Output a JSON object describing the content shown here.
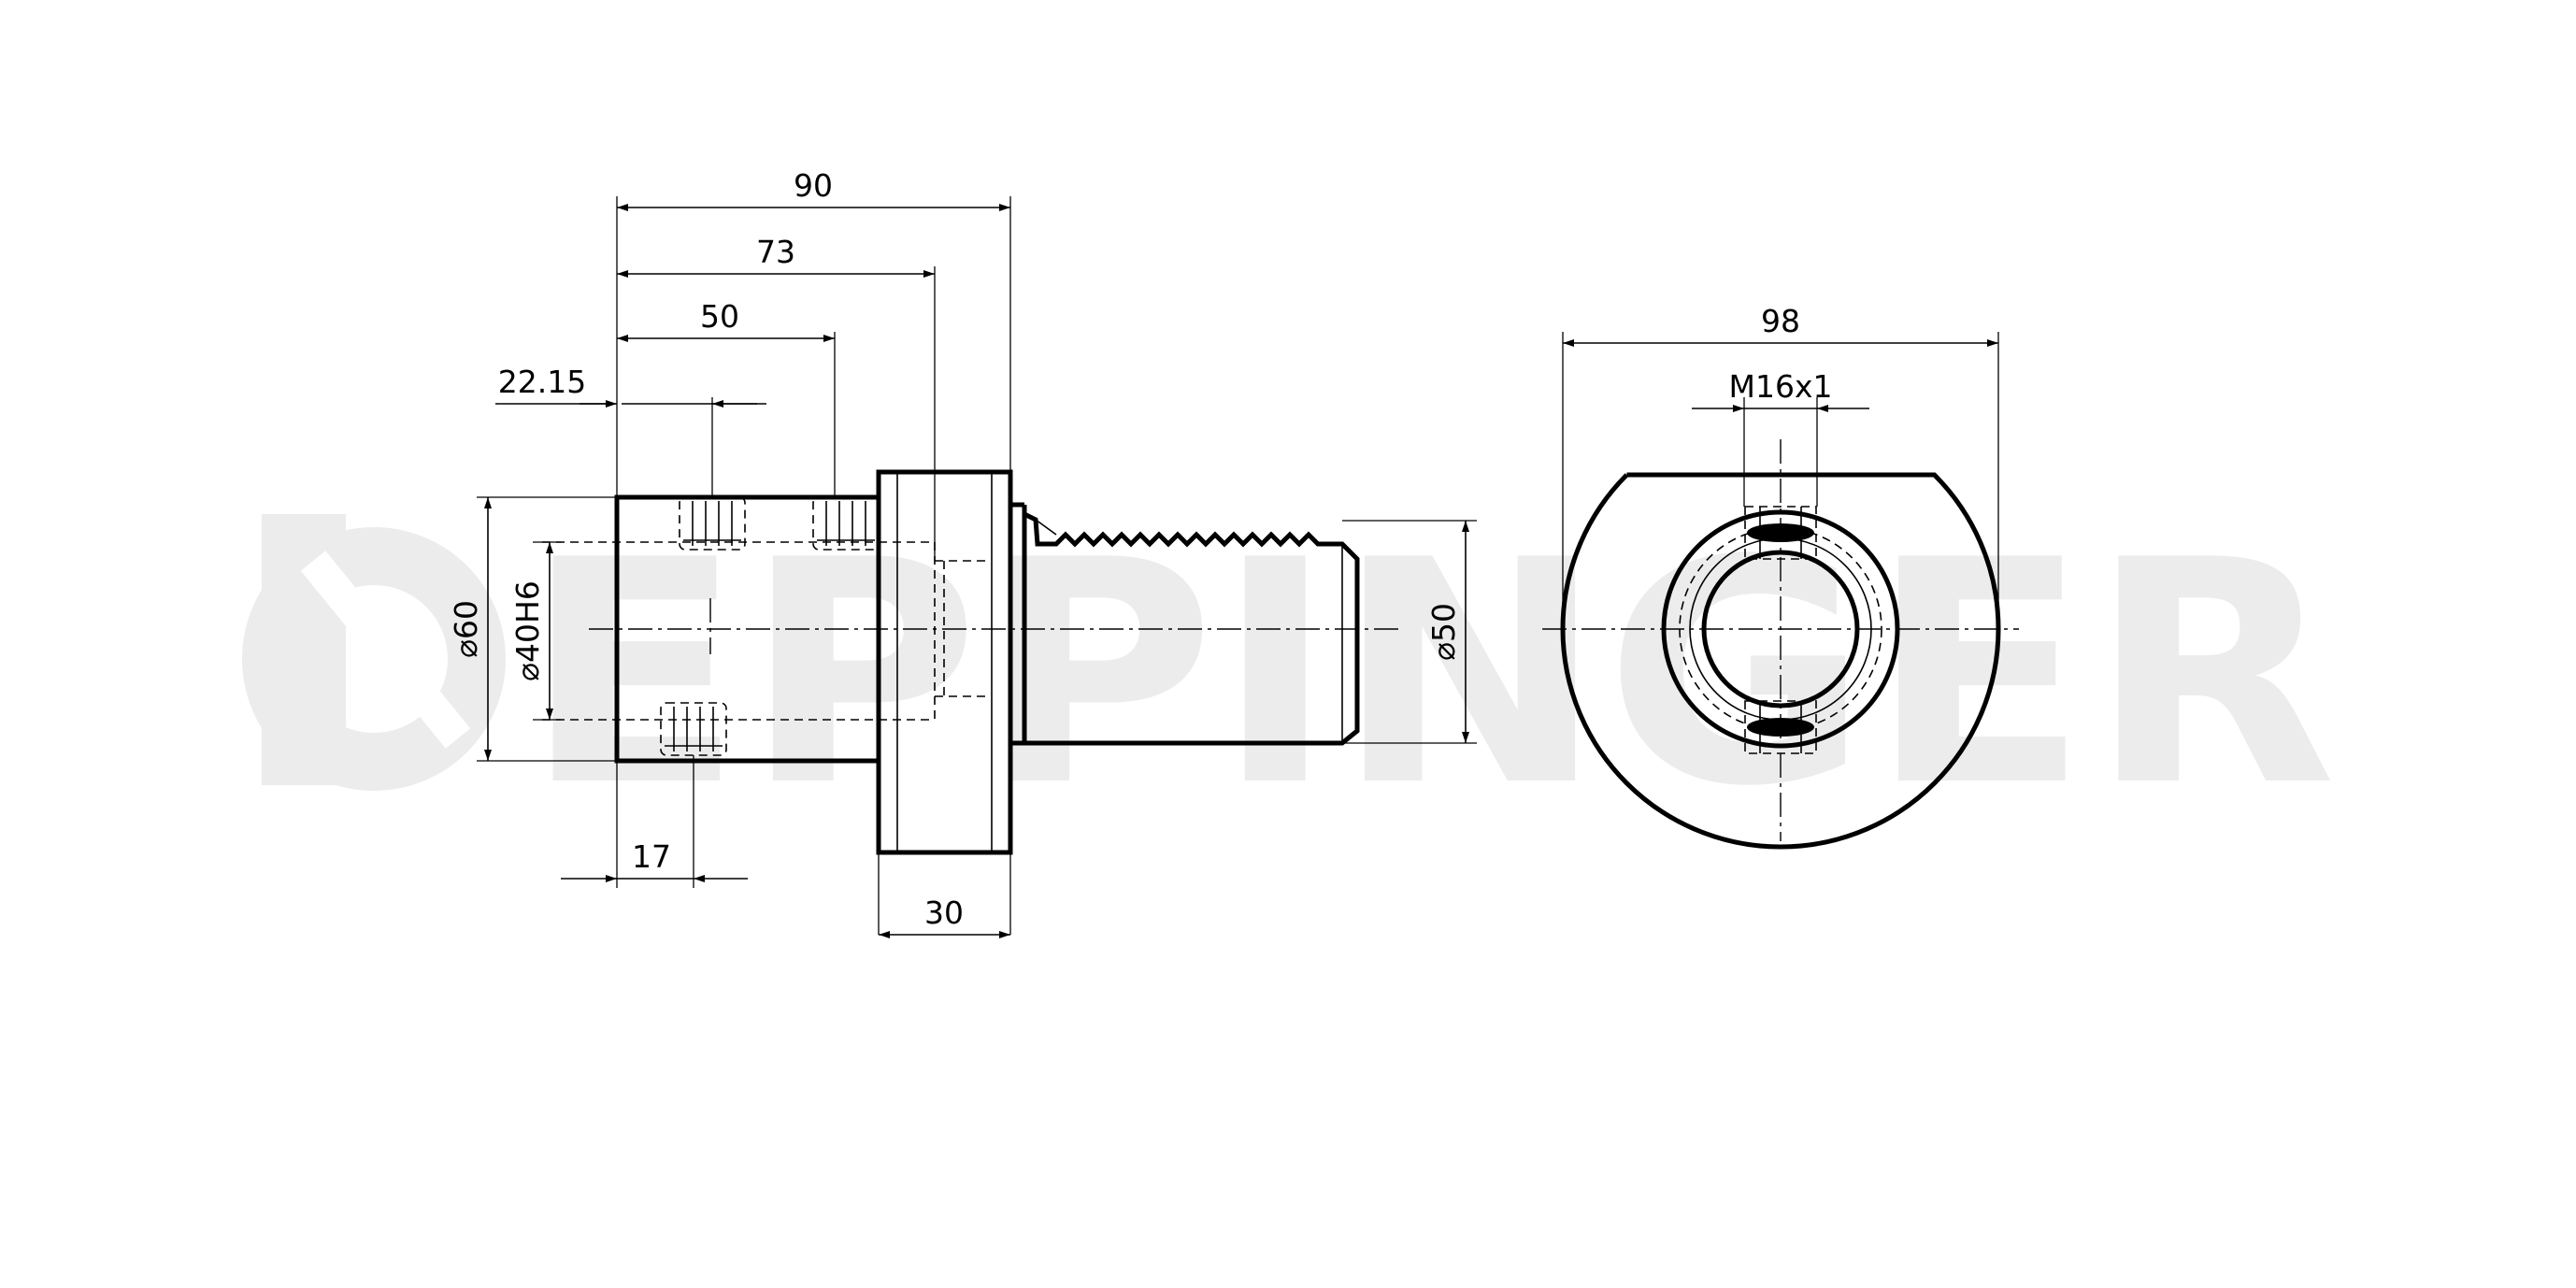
{
  "watermark": {
    "text": "EPPINGER"
  },
  "front_view": {
    "dim_overall_length": "90",
    "dim_length_73": "73",
    "dim_length_50": "50",
    "dim_offset": "22.15",
    "dim_outer_diameter": "⌀60",
    "dim_bore_diameter": "⌀40H6",
    "dim_shank_diameter": "⌀50",
    "dim_screw_offset": "17",
    "dim_flange_width": "30"
  },
  "end_view": {
    "dim_width": "98",
    "dim_thread": "M16x1"
  }
}
